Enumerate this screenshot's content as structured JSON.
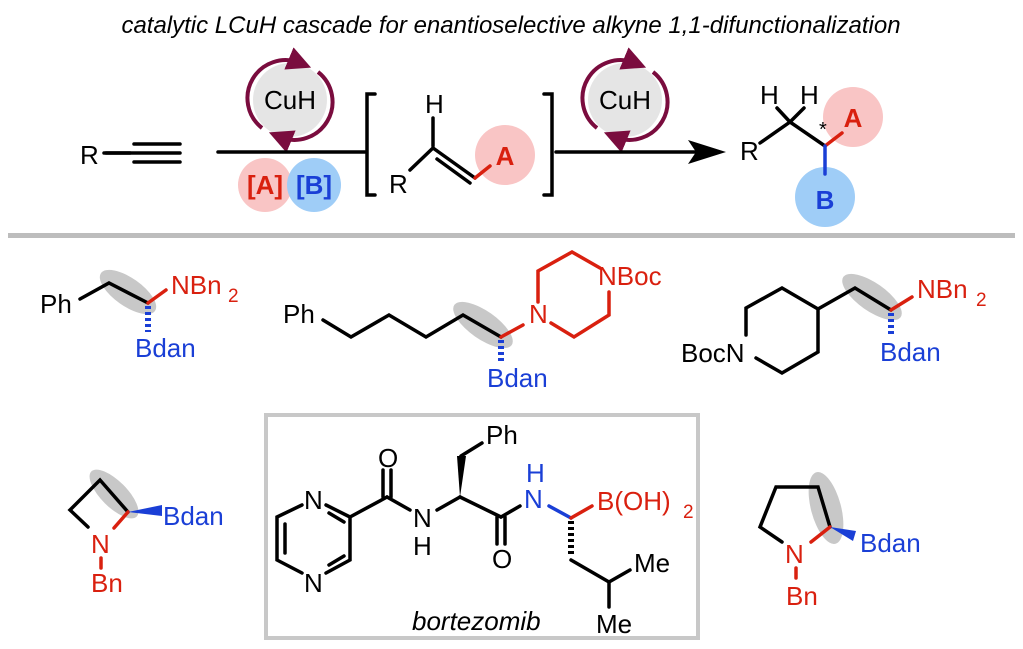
{
  "title": "catalytic LCuH cascade for enantioselective alkyne 1,1-difunctionalization",
  "scheme": {
    "substrate_r": "R",
    "catalyst_1": "CuH",
    "reagent_a": "[A]",
    "reagent_b": "[B]",
    "intermediate": {
      "h": "H",
      "r": "R",
      "a": "A"
    },
    "catalyst_2": "CuH",
    "product": {
      "h1": "H",
      "h2": "H",
      "r": "R",
      "star": "*",
      "a": "A",
      "b": "B"
    }
  },
  "examples": [
    {
      "ph": "Ph",
      "amine": "NBn",
      "amine_sub": "2",
      "boron": "Bdan"
    },
    {
      "ph": "Ph",
      "amine": "NBoc",
      "n": "N",
      "boron": "Bdan"
    },
    {
      "boc": "BocN",
      "amine": "NBn",
      "amine_sub": "2",
      "boron": "Bdan"
    },
    {
      "n": "N",
      "bn": "Bn",
      "boron": "Bdan"
    },
    {
      "n": "N",
      "bn": "Bn",
      "boron": "Bdan"
    }
  ],
  "bortezomib": {
    "name": "bortezomib",
    "n1": "N",
    "n2": "N",
    "o1": "O",
    "nh_n": "N",
    "nh_h": "H",
    "ph": "Ph",
    "o2": "O",
    "nh2_h": "H",
    "nh2_n": "N",
    "boron": "B(OH)",
    "boron_sub": "2",
    "me1": "Me",
    "me2": "Me"
  },
  "colors": {
    "red": "#d9200f",
    "blue": "#1a3fd6",
    "pink": "#f9c5c5",
    "lightblue": "#9fcdf7",
    "maroon": "#7a0c3e"
  }
}
